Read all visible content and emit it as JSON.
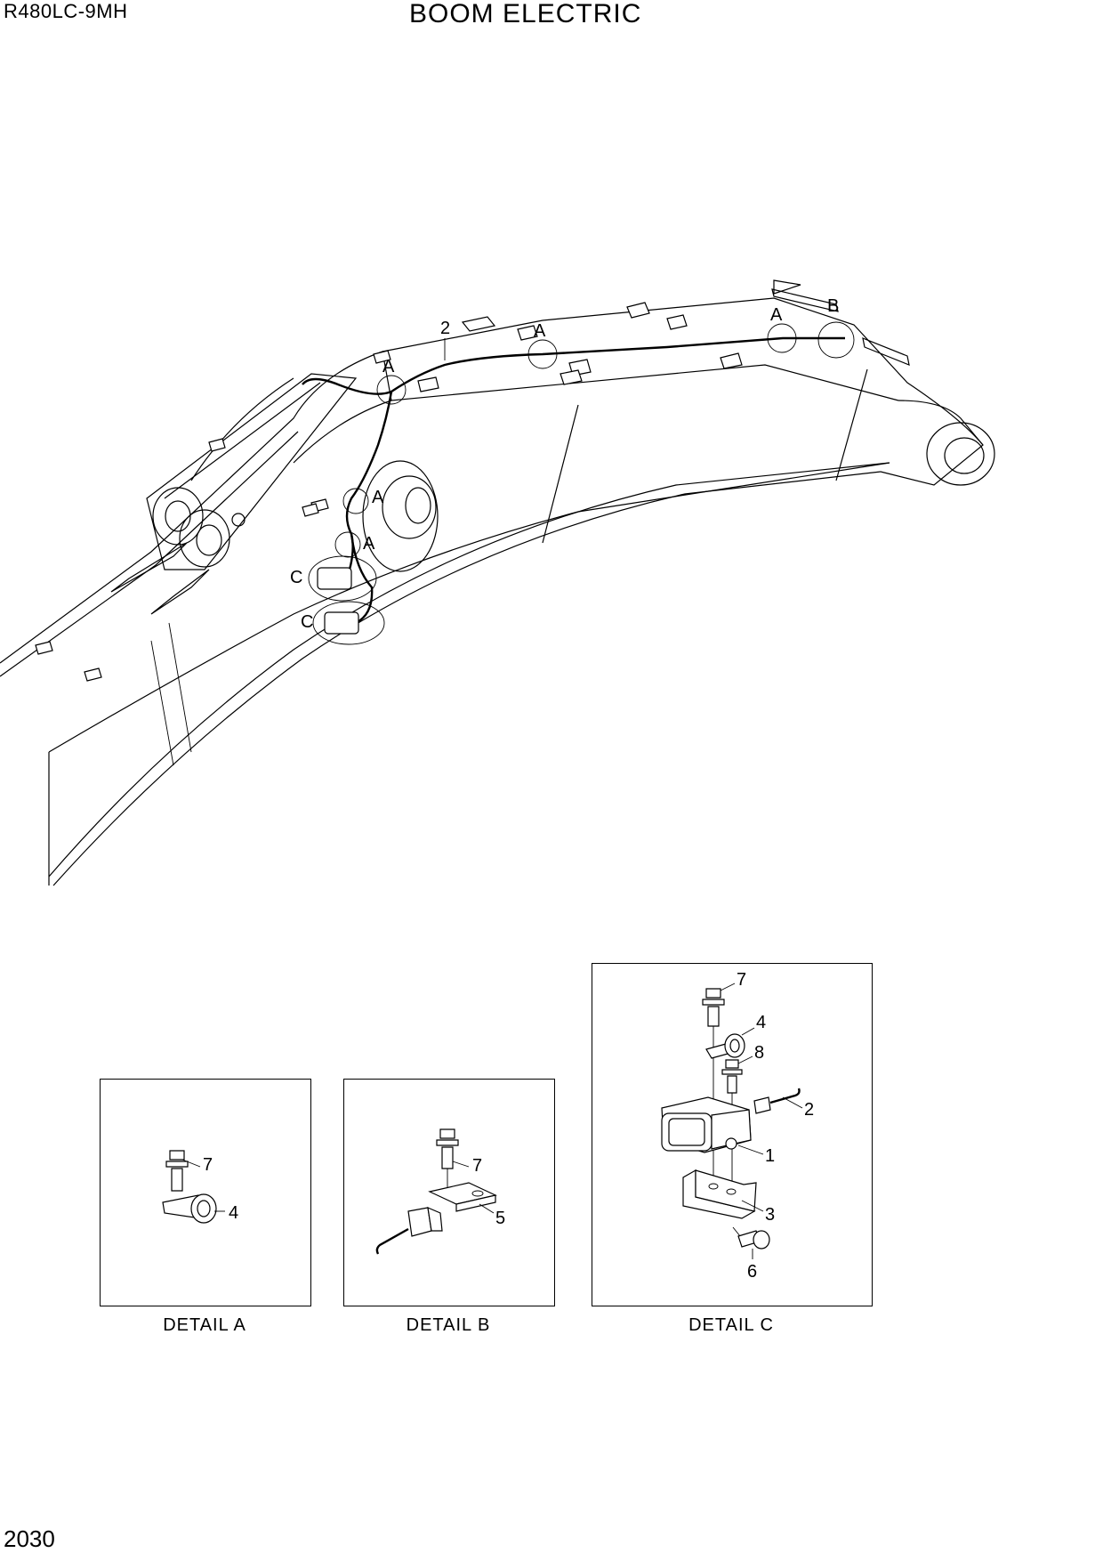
{
  "header": {
    "model": "R480LC-9MH",
    "title": "BOOM ELECTRIC"
  },
  "page_number": "2030",
  "main_view": {
    "callouts": {
      "wire_label": "2",
      "detail_a": "A",
      "detail_b": "B",
      "detail_c": "C"
    }
  },
  "details": [
    {
      "caption": "DETAIL  A",
      "parts": [
        "7",
        "4"
      ]
    },
    {
      "caption": "DETAIL  B",
      "parts": [
        "7",
        "5"
      ]
    },
    {
      "caption": "DETAIL  C",
      "parts": [
        "7",
        "4",
        "8",
        "2",
        "1",
        "3",
        "6"
      ]
    }
  ]
}
